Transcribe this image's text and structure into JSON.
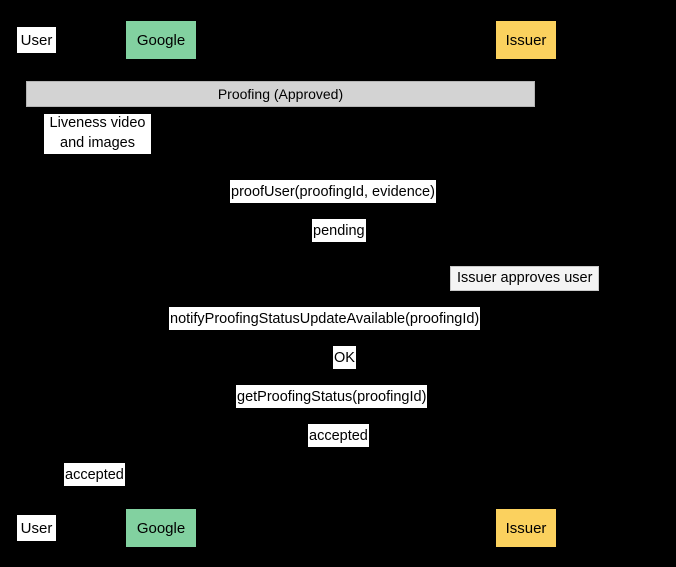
{
  "diagram": {
    "type": "sequence-diagram",
    "background_color": "#000000",
    "title_bar": {
      "label": "Proofing (Approved)",
      "background_color": "#d3d3d3"
    },
    "participants": [
      {
        "id": "user",
        "label": "User",
        "style": "plain",
        "color": "#ffffff"
      },
      {
        "id": "google",
        "label": "Google",
        "style": "green",
        "color": "#82d1a0"
      },
      {
        "id": "issuer",
        "label": "Issuer",
        "style": "yellow",
        "color": "#fbd15e"
      }
    ],
    "participants_footer": [
      {
        "id": "user",
        "label": "User",
        "style": "plain",
        "color": "#ffffff"
      },
      {
        "id": "google",
        "label": "Google",
        "style": "green",
        "color": "#82d1a0"
      },
      {
        "id": "issuer",
        "label": "Issuer",
        "style": "yellow",
        "color": "#fbd15e"
      }
    ],
    "messages": [
      {
        "id": "m1",
        "kind": "note",
        "line1": "Liveness video",
        "line2": "and images"
      },
      {
        "id": "m2",
        "kind": "message",
        "label": "proofUser(proofingId, evidence)"
      },
      {
        "id": "m3",
        "kind": "message",
        "label": "pending"
      },
      {
        "id": "m4",
        "kind": "note",
        "label": "Issuer approves user"
      },
      {
        "id": "m5",
        "kind": "message",
        "label": "notifyProofingStatusUpdateAvailable(proofingId)"
      },
      {
        "id": "m6",
        "kind": "message",
        "label": "OK"
      },
      {
        "id": "m7",
        "kind": "message",
        "label": "getProofingStatus(proofingId)"
      },
      {
        "id": "m8",
        "kind": "message",
        "label": "accepted"
      },
      {
        "id": "m9",
        "kind": "message",
        "label": "accepted"
      }
    ]
  }
}
